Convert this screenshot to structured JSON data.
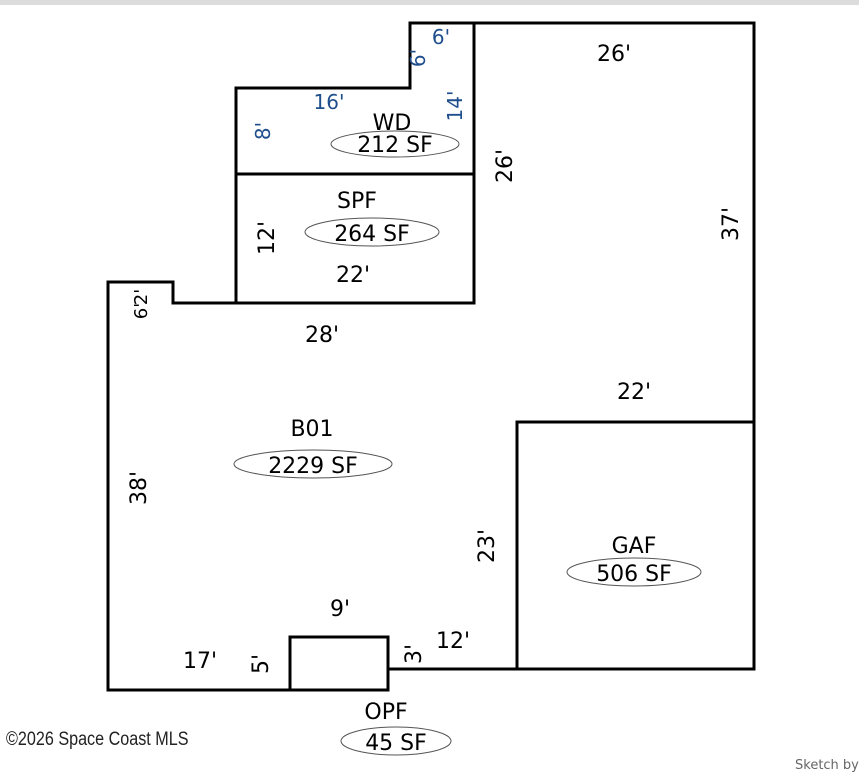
{
  "rooms": {
    "wd": {
      "name": "WD",
      "area": "212 SF"
    },
    "spf": {
      "name": "SPF",
      "area": "264 SF"
    },
    "b01": {
      "name": "B01",
      "area": "2229 SF"
    },
    "gaf": {
      "name": "GAF",
      "area": "506 SF"
    },
    "opf": {
      "name": "OPF",
      "area": "45 SF"
    }
  },
  "dimensions": {
    "wd_top": "6'",
    "wd_step": "6'",
    "wd_left_top": "16'",
    "wd_right": "14'",
    "wd_left": "8'",
    "spf_left": "12'",
    "spf_bottom": "22'",
    "spf_right": "26'",
    "top_right": "26'",
    "right": "37'",
    "gaf_top": "22'",
    "b01_top": "28'",
    "b01_left": "38'",
    "notch_a": "6'",
    "notch_b": "2'",
    "b01_inner": "23'",
    "opf_top": "9'",
    "bottom_left": "17'",
    "opf_left": "5'",
    "opf_right": "3'",
    "bottom_mid": "12'"
  },
  "footer": {
    "copyright": "©2026 Space Coast MLS",
    "credit": "Sketch by"
  }
}
